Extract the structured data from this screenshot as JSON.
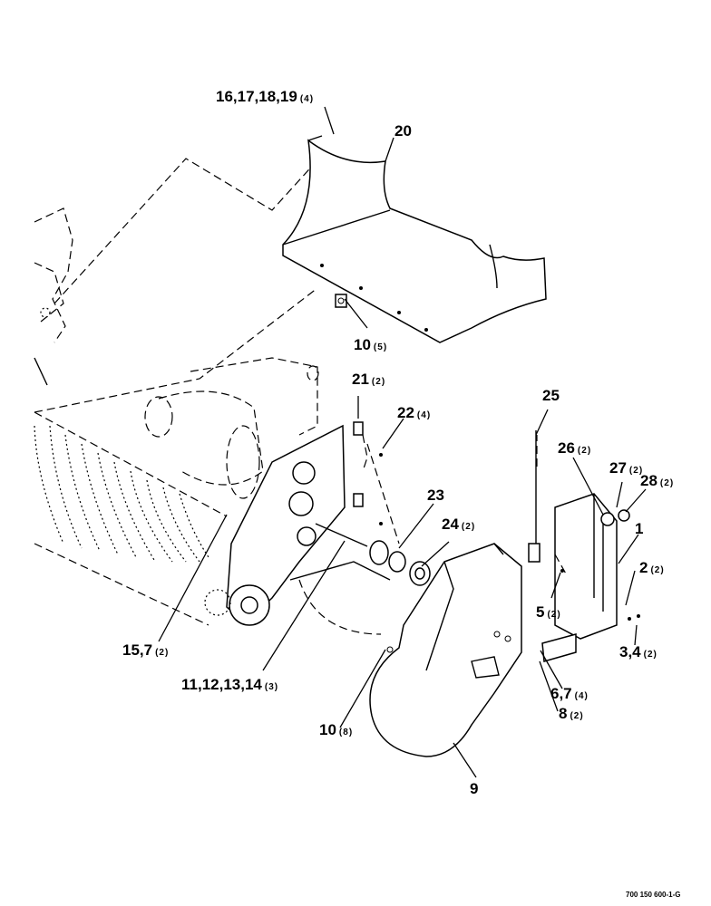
{
  "callouts": [
    {
      "id": "c1",
      "main": "16,17,18,19",
      "sub": "(4)"
    },
    {
      "id": "c2",
      "main": "20",
      "sub": ""
    },
    {
      "id": "c3",
      "main": "10",
      "sub": "(5)"
    },
    {
      "id": "c4",
      "main": "21",
      "sub": "(2)"
    },
    {
      "id": "c5",
      "main": "22",
      "sub": "(4)"
    },
    {
      "id": "c6",
      "main": "25",
      "sub": ""
    },
    {
      "id": "c7",
      "main": "23",
      "sub": ""
    },
    {
      "id": "c8",
      "main": "24",
      "sub": "(2)"
    },
    {
      "id": "c9",
      "main": "26",
      "sub": "(2)"
    },
    {
      "id": "c10",
      "main": "27",
      "sub": "(2)"
    },
    {
      "id": "c11",
      "main": "28",
      "sub": "(2)"
    },
    {
      "id": "c12",
      "main": "1",
      "sub": ""
    },
    {
      "id": "c13",
      "main": "2",
      "sub": "(2)"
    },
    {
      "id": "c14",
      "main": "5",
      "sub": "(2)"
    },
    {
      "id": "c15",
      "main": "3,4",
      "sub": "(2)"
    },
    {
      "id": "c16",
      "main": "15,7",
      "sub": "(2)"
    },
    {
      "id": "c17",
      "main": "11,12,13,14",
      "sub": "(3)"
    },
    {
      "id": "c18",
      "main": "6,7",
      "sub": "(4)"
    },
    {
      "id": "c19",
      "main": "8",
      "sub": "(2)"
    },
    {
      "id": "c20",
      "main": "10",
      "sub": "(8)"
    },
    {
      "id": "c21",
      "main": "9",
      "sub": ""
    }
  ],
  "drawing_ref": "700 150 600-1-G"
}
